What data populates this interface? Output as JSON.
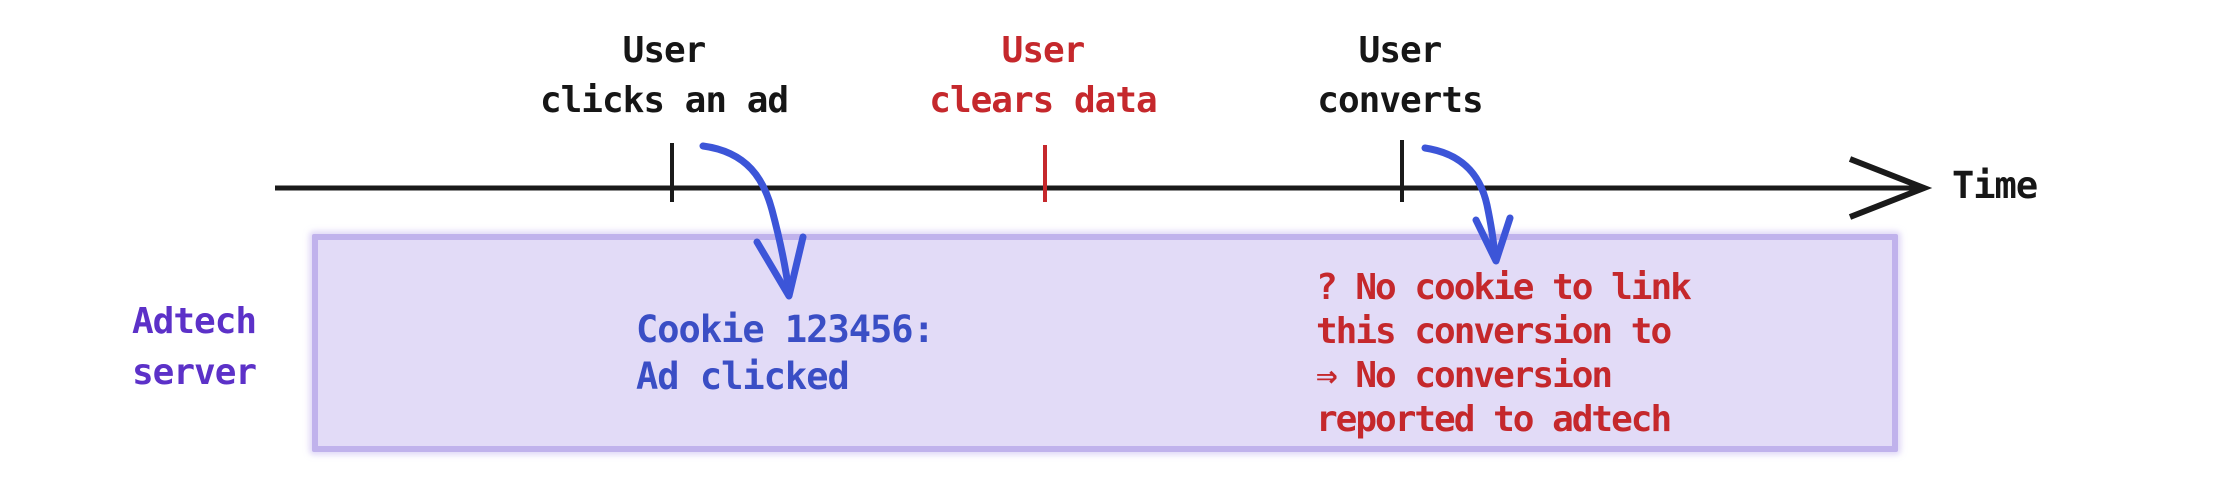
{
  "colors": {
    "axis": "#1a1a1a",
    "event_text": "#161616",
    "alert_red": "#c5282c",
    "arrow_blue": "#3c55d8",
    "log_blue": "#3a4ec5",
    "server_purple": "#5c31c8",
    "box_fill": "#e2dbf7",
    "box_border": "#c0b2ec"
  },
  "timeline": {
    "axis_label": "Time",
    "events": [
      {
        "label": "User\nclicks an ad"
      },
      {
        "label": "User\nclears data"
      },
      {
        "label": "User\nconverts"
      }
    ]
  },
  "adtech_server": {
    "label": "Adtech\nserver",
    "cookie_log": "Cookie 123456:\nAd clicked",
    "conversion_warning": "? No cookie to link\nthis conversion to\n⇒ No conversion\nreported to adtech"
  },
  "icons": {
    "time_axis_arrowhead": "arrow-right-chevron",
    "event_tick": "tick-mark",
    "click_log_arrow": "curved-arrow-down",
    "conversion_warning_arrow": "curved-arrow-down"
  }
}
